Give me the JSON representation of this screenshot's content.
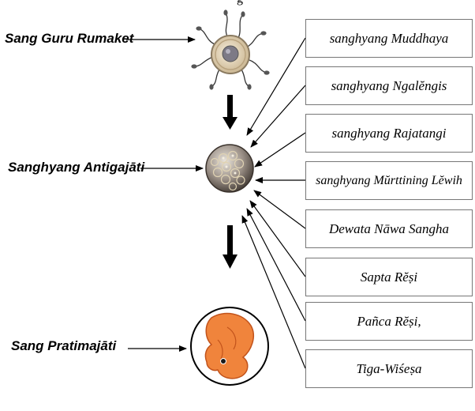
{
  "header_fragment": "g",
  "stages": [
    {
      "label": "Sang Guru Rumaket",
      "icon": "egg-cell-with-sperm-icon"
    },
    {
      "label": "Sanghyang Antigajāti",
      "icon": "morula-icon"
    },
    {
      "label": "Sang Pratimajāti",
      "icon": "embryo-icon"
    }
  ],
  "influences": [
    "sanghyang Muddhaya",
    "sanghyang Ngalĕngis",
    "sanghyang Rajatangi",
    "sanghyang Mŭrttining Lĕwih",
    "Dewata Nāwa Sangha",
    "Sapta Rĕṣi",
    "Pañca Rĕṣi,",
    "Tiga-Wiśeṣa"
  ],
  "colors": {
    "embryo": "#f0843c",
    "morula": "#9a8f86",
    "egg": "#d8c7a8"
  }
}
